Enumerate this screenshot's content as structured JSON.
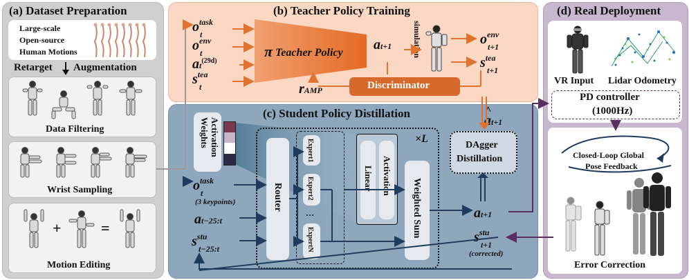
{
  "panel_a": {
    "title": "(a) Dataset Preparation",
    "data_lines": [
      "Large-scale",
      "Open-source",
      "Human Motions"
    ],
    "retarget": "Retarget",
    "augmentation": "Augmentation",
    "filtering": "Data Filtering",
    "wrist": "Wrist Sampling",
    "editing": "Motion Editing",
    "plus": "+",
    "equals": "="
  },
  "panel_b": {
    "title": "(b) Teacher Policy Training",
    "inputs": {
      "o_task": "o",
      "o_task_sup": "task",
      "o_task_sub": "t",
      "o_env": "o",
      "o_env_sup": "env",
      "o_env_sub": "t",
      "a": "a",
      "a_sub": "t",
      "a_dim": "(29d)",
      "s_tea": "s",
      "s_tea_sup": "tea",
      "s_tea_sub": "t"
    },
    "pi": "π",
    "policy": "Teacher Policy",
    "action": "a",
    "action_sub": "t+1",
    "simulation": "simulation",
    "out_o": "o",
    "out_o_sup": "env",
    "out_o_sub": "t+1",
    "out_s": "s",
    "out_s_sup": "tea",
    "out_s_sub": "t+1",
    "reward": "r",
    "reward_sub": "AMP",
    "discriminator": "Discriminator"
  },
  "panel_c": {
    "title": "(c) Student Policy Distillation",
    "activation_weights": "Activation Weights",
    "times_l": "×L",
    "router": "Router",
    "experts": [
      "Expert1",
      "Expert2",
      "…",
      "ExpertN"
    ],
    "linear": "Linear",
    "activation": "Activation",
    "weighted_sum": "Weighted Sum",
    "dagger": [
      "DAgger",
      "Distillation"
    ],
    "a_hat": "a",
    "a_hat_sub": "t+1",
    "a_hat_mark": "^",
    "in_o": "o",
    "in_o_sup": "task",
    "in_o_sub": "t",
    "keypoints": "(3 keypoints)",
    "in_a": "a",
    "in_a_sub": "t−25:t",
    "in_s": "s",
    "in_s_sup": "stu",
    "in_s_sub": "t−25:t",
    "out_a": "a",
    "out_a_sub": "t+1",
    "out_s": "s",
    "out_s_sup": "stu",
    "out_s_sub": "t+1",
    "corrected": "(corrected)"
  },
  "panel_d": {
    "title": "(d) Real Deployment",
    "vr": "VR Input",
    "lidar": "Lidar Odometry",
    "pd": [
      "PD controller",
      "(1000Hz)"
    ],
    "closed_loop": [
      "Closed-Loop Global",
      "Pose Feedback"
    ],
    "error_correction": "Error Correction"
  },
  "colors": {
    "panel_a_bg": "#cfcfcf",
    "panel_b_bg": "#fbd8c4",
    "panel_c_bg": "#8ea7bd",
    "panel_d_bg": "#c9b6cf",
    "teacher_orange": "#e0732f",
    "arrow_blue": "#1f3c5c",
    "arrow_purple": "#5a2e63"
  },
  "icons": {
    "robot": "humanoid-robot-icon",
    "point_cloud": "lidar-point-cloud-icon",
    "human": "vr-human-icon"
  }
}
